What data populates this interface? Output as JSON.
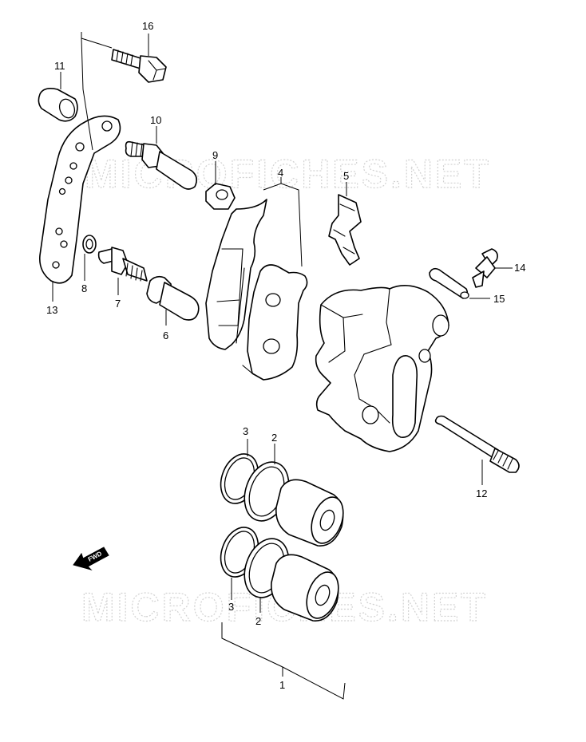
{
  "watermark": {
    "text": "MICROFICHES.NET"
  },
  "direction_arrow": {
    "label": "FWD"
  },
  "callouts": {
    "p1": "1",
    "p2a": "2",
    "p2b": "2",
    "p3a": "3",
    "p3b": "3",
    "p4": "4",
    "p5": "5",
    "p6": "6",
    "p7": "7",
    "p8": "8",
    "p9": "9",
    "p10": "10",
    "p11": "11",
    "p12": "12",
    "p13": "13",
    "p14": "14",
    "p15": "15",
    "p16": "16"
  }
}
